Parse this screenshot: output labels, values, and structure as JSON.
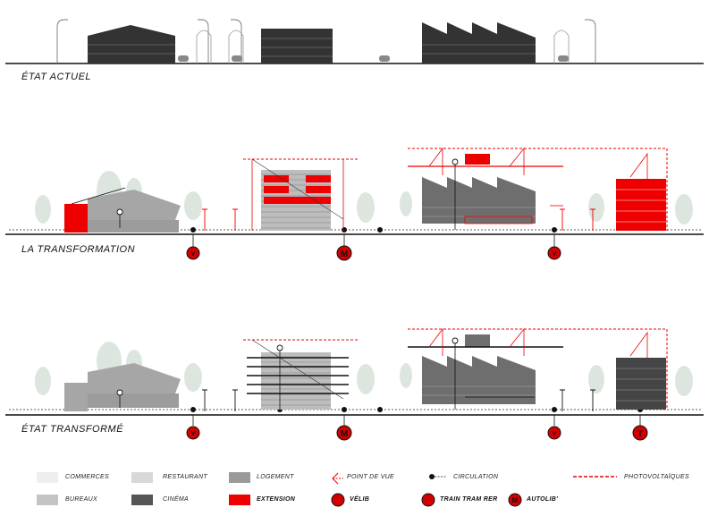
{
  "stages": {
    "current": "ÉTAT ACTUEL",
    "transformation": "LA TRANSFORMATION",
    "transformed": "ÉTAT  TRANSFORMÉ"
  },
  "transit_markers": {
    "velib": "V",
    "metro": "M",
    "train": "T"
  },
  "legend": {
    "commerces": "COMMERCES",
    "restaurant": "RESTAURANT",
    "logement": "LOGEMENT",
    "point_de_vue": "POINT DE VUE",
    "circulation": "CIRCULATION",
    "photovoltaiques": "PHOTOVOLTAÏQUES",
    "bureaux": "BUREAUX",
    "cinema": "CINÉMA",
    "extension": "EXTENSION",
    "velib": "VÉLIB",
    "train_tram_rer": "TRAIN TRAM RER",
    "autolib": "AUTOLIB'"
  },
  "colors": {
    "commerces": "#eeeeee",
    "restaurant": "#d8d8d8",
    "logement": "#9a9a9a",
    "bureaux": "#c4c4c4",
    "cinema": "#555555",
    "extension": "#ee0000",
    "building_dark": "#3a3a3a",
    "marker": "#d40000",
    "tree": "#dde6de"
  }
}
